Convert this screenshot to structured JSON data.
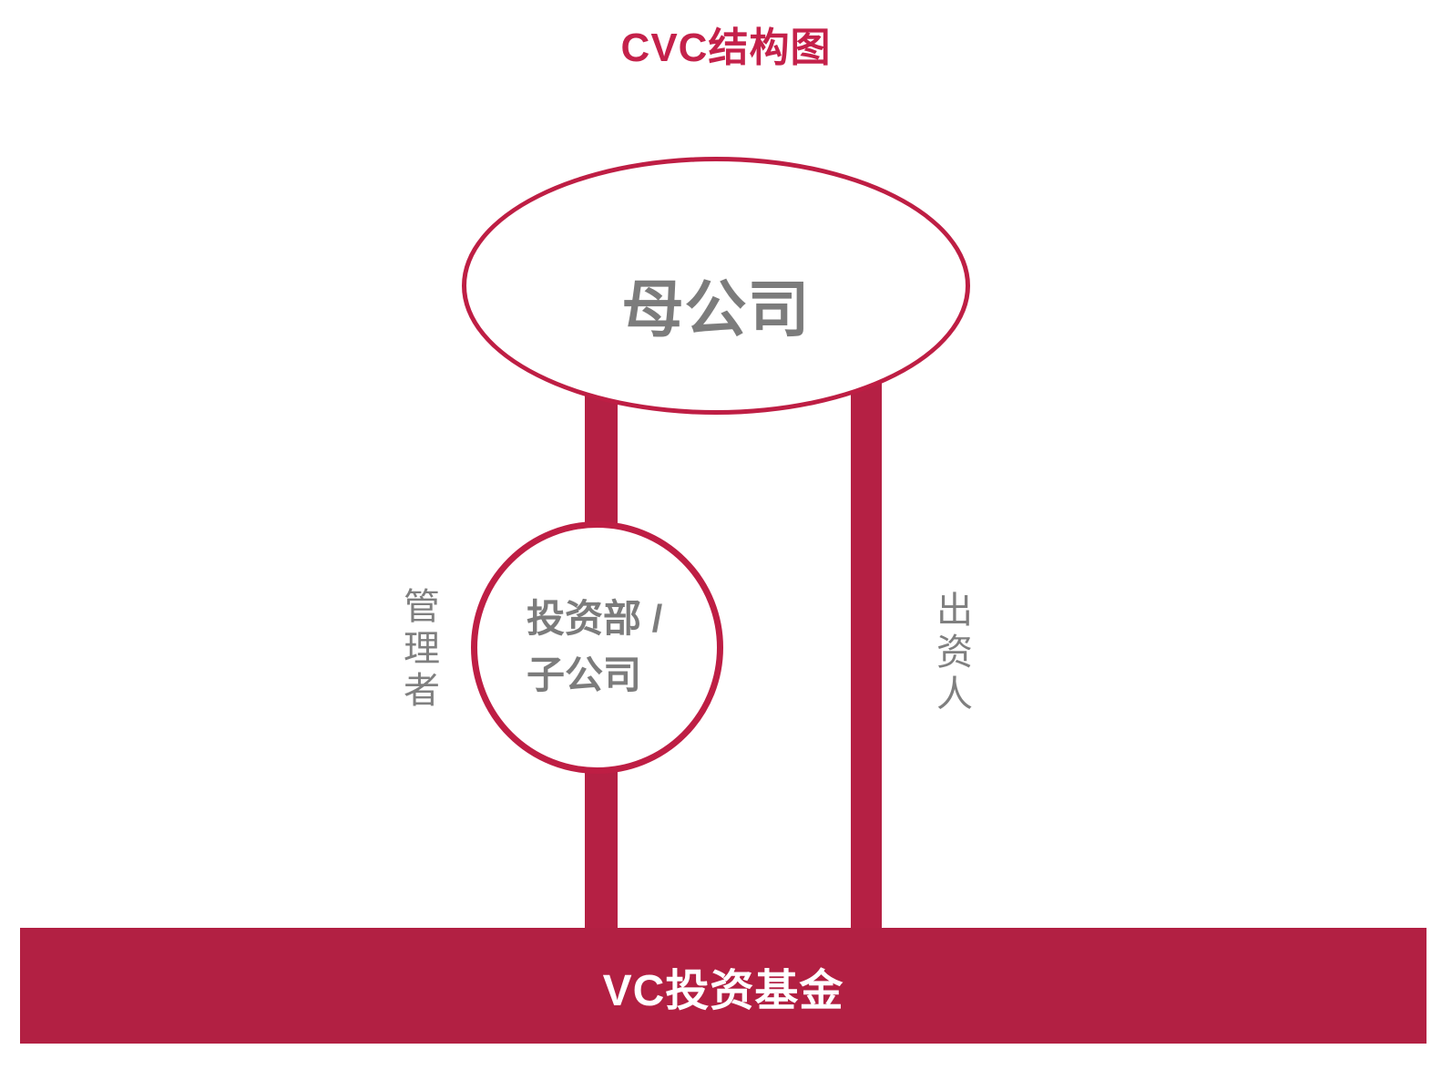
{
  "title": "CVC结构图",
  "colors": {
    "title_red": "#c4214a",
    "shape_stroke_red": "#be1e44",
    "bar_fill_red": "#b22043",
    "connector_red": "#b52044",
    "gray_text": "#7c7c7c",
    "white_text": "#ffffff",
    "background": "#ffffff"
  },
  "nodes": {
    "parent": {
      "label": "母公司"
    },
    "subsidiary": {
      "line1": "投资部 /",
      "line2": "子公司"
    },
    "fund": {
      "label": "VC投资基金"
    }
  },
  "edges": {
    "manager": {
      "label": "管理者"
    },
    "investor": {
      "label": "出资人"
    }
  }
}
